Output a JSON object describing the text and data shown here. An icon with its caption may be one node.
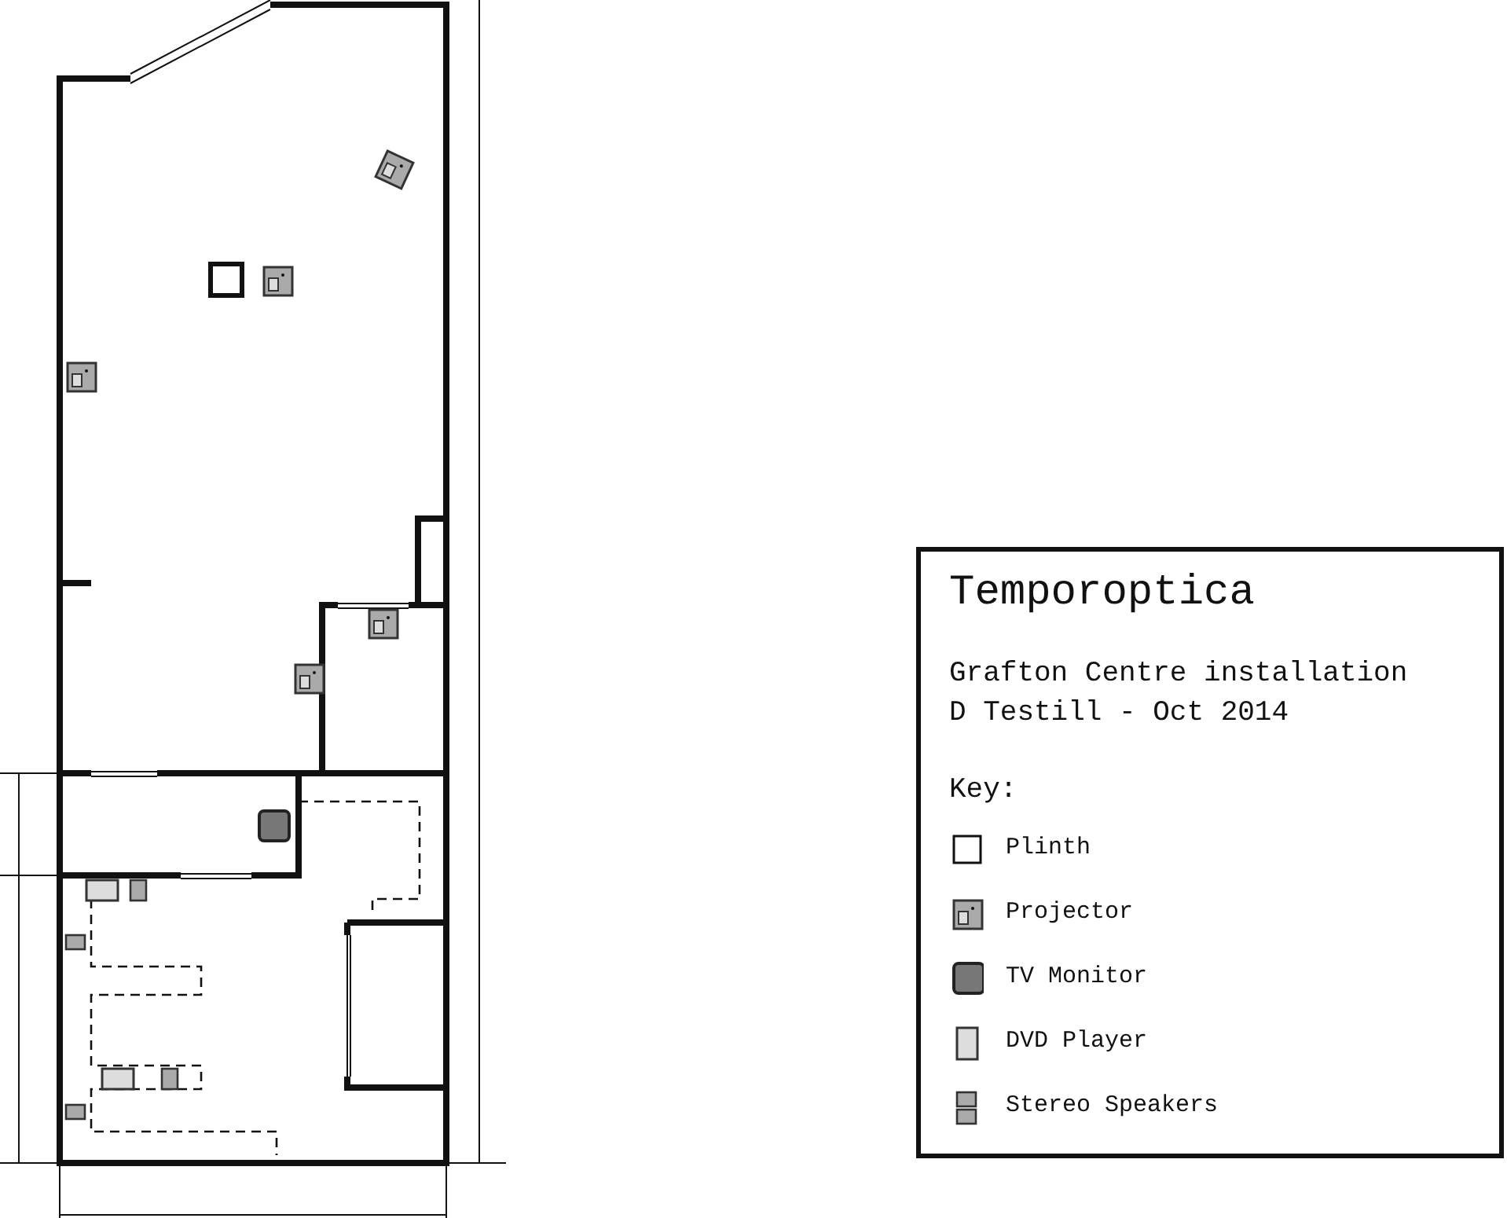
{
  "diagram": {
    "title": "Temporoptica",
    "labels": [
      "Grafton Centre installation",
      "D Testill - Oct 2014",
      "Key:"
    ],
    "legend": [
      {
        "text": "Plinth"
      },
      {
        "text": "Projector"
      },
      {
        "text": "TV Monitor"
      },
      {
        "text": "DVD Player"
      },
      {
        "text": "Stereo Speakers"
      }
    ]
  }
}
